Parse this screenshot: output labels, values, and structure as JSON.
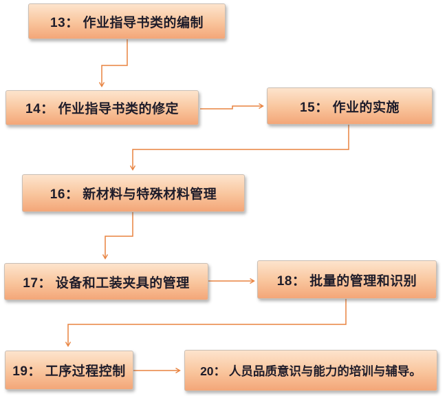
{
  "diagram": {
    "type": "flowchart",
    "nodes": [
      {
        "id": "13",
        "label": "13： 作业指导书类的编制"
      },
      {
        "id": "14",
        "label": "14： 作业指导书类的修定"
      },
      {
        "id": "15",
        "label": "15： 作业的实施"
      },
      {
        "id": "16",
        "label": "16： 新材料与特殊材料管理"
      },
      {
        "id": "17",
        "label": "17： 设备和工装夹具的管理"
      },
      {
        "id": "18",
        "label": "18： 批量的管理和识别"
      },
      {
        "id": "19",
        "label": "19： 工序过程控制"
      },
      {
        "id": "20",
        "label": "20： 人员品质意识与能力的培训与辅导。"
      }
    ],
    "edges": [
      {
        "from": "13",
        "to": "14"
      },
      {
        "from": "14",
        "to": "15"
      },
      {
        "from": "15",
        "to": "16"
      },
      {
        "from": "16",
        "to": "17"
      },
      {
        "from": "17",
        "to": "18"
      },
      {
        "from": "18",
        "to": "19"
      },
      {
        "from": "19",
        "to": "20"
      }
    ],
    "colors": {
      "background": "#ffffff",
      "box_fill_top": "#fde4cd",
      "box_fill_bottom": "#f3a678",
      "box_border": "#c9beb4",
      "text": "#1e1c2a",
      "arrow": "#e8823f"
    }
  }
}
